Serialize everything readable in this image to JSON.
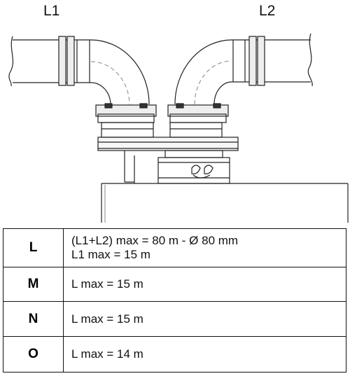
{
  "diagram": {
    "label_left": "L1",
    "label_right": "L2"
  },
  "table": {
    "rows": [
      {
        "key": "L",
        "lines": [
          "(L1+L2) max = 80 m  - Ø 80 mm",
          "L1 max = 15 m"
        ]
      },
      {
        "key": "M",
        "lines": [
          "L max = 15 m"
        ]
      },
      {
        "key": "N",
        "lines": [
          "L max = 15 m"
        ]
      },
      {
        "key": "O",
        "lines": [
          "L max = 14 m"
        ]
      }
    ]
  }
}
